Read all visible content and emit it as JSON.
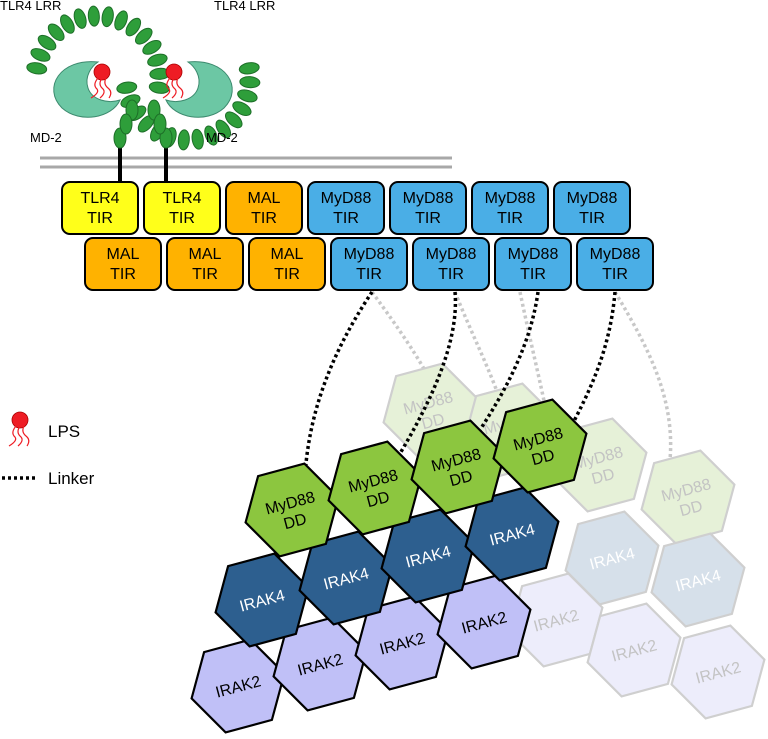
{
  "receptor": {
    "lrr_left": "TLR4 LRR",
    "lrr_right": "TLR4 LRR",
    "md2_left": "MD-2",
    "md2_right": "MD-2"
  },
  "tir_row1": [
    {
      "l1": "TLR4",
      "l2": "TIR",
      "kind": "tlr4"
    },
    {
      "l1": "TLR4",
      "l2": "TIR",
      "kind": "tlr4"
    },
    {
      "l1": "MAL",
      "l2": "TIR",
      "kind": "mal"
    },
    {
      "l1": "MyD88",
      "l2": "TIR",
      "kind": "myd88"
    },
    {
      "l1": "MyD88",
      "l2": "TIR",
      "kind": "myd88"
    },
    {
      "l1": "MyD88",
      "l2": "TIR",
      "kind": "myd88"
    },
    {
      "l1": "MyD88",
      "l2": "TIR",
      "kind": "myd88"
    }
  ],
  "tir_row2": [
    {
      "l1": "MAL",
      "l2": "TIR",
      "kind": "mal"
    },
    {
      "l1": "MAL",
      "l2": "TIR",
      "kind": "mal"
    },
    {
      "l1": "MAL",
      "l2": "TIR",
      "kind": "mal"
    },
    {
      "l1": "MyD88",
      "l2": "TIR",
      "kind": "myd88"
    },
    {
      "l1": "MyD88",
      "l2": "TIR",
      "kind": "myd88"
    },
    {
      "l1": "MyD88",
      "l2": "TIR",
      "kind": "myd88"
    },
    {
      "l1": "MyD88",
      "l2": "TIR",
      "kind": "myd88"
    }
  ],
  "legend": {
    "lps": "LPS",
    "linker": "Linker"
  },
  "myddosome_front": {
    "myd88_dd": [
      {
        "l1": "MyD88",
        "l2": "DD"
      },
      {
        "l1": "MyD88",
        "l2": "DD"
      },
      {
        "l1": "MyD88",
        "l2": "DD"
      },
      {
        "l1": "MyD88",
        "l2": "DD"
      }
    ],
    "irak4": [
      "IRAK4",
      "IRAK4",
      "IRAK4",
      "IRAK4"
    ],
    "irak2": [
      "IRAK2",
      "IRAK2",
      "IRAK2",
      "IRAK2"
    ]
  },
  "myddosome_back": {
    "myd88_dd": [
      {
        "l1": "MyD88",
        "l2": "DD"
      },
      {
        "l1": "MyD88",
        "l2": "DD"
      },
      {
        "l1": "MyD88",
        "l2": "DD"
      },
      {
        "l1": "MyD88",
        "l2": "DD"
      }
    ],
    "irak4": [
      "IRAK4",
      "IRAK4"
    ],
    "irak2": [
      "IRAK2",
      "IRAK2",
      "IRAK2"
    ]
  },
  "colors": {
    "tlr4_tir": "#ffff1a",
    "mal_tir": "#ffb200",
    "myd88_tir": "#4aaee6",
    "myd88_dd": "#8cc63f",
    "irak4": "#2d5f8f",
    "irak2": "#c0c0f7",
    "lrr": "#2e9e3a",
    "md2": "#6cc7a4",
    "lps": "#ee1c24",
    "membrane": "#a8a8a8"
  }
}
